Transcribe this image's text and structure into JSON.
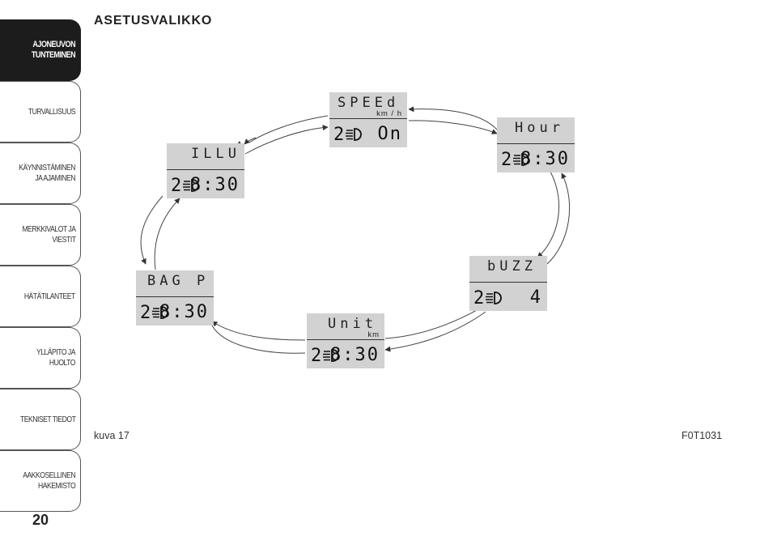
{
  "sidebar": {
    "tabs": [
      {
        "label": "AJONEUVON\nTUNTEMINEN",
        "active": true
      },
      {
        "label": "TURVALLISUUS",
        "active": false
      },
      {
        "label": "KÄYNNISTÄMINEN\nJA AJAMINEN",
        "active": false
      },
      {
        "label": "MERKKIVALOT JA\nVIESTIT",
        "active": false
      },
      {
        "label": "HÄTÄTILANTEET",
        "active": false
      },
      {
        "label": "YLLÄPITO JA HUOLTO",
        "active": false
      },
      {
        "label": "TEKNISET TIEDOT",
        "active": false
      },
      {
        "label": "AAKKOSELLINEN\nHAKEMISTO",
        "active": false
      }
    ]
  },
  "page": {
    "number": "20",
    "title": "ASETUSVALIKKO",
    "caption_left": "kuva 17",
    "caption_right": "F0T1031"
  },
  "displays": {
    "speed": {
      "word": "SPEEd",
      "unit": "km / h",
      "digit": "2",
      "value": "On"
    },
    "hour": {
      "word": "Hour",
      "unit": "",
      "digit": "2",
      "value": "8:30"
    },
    "buzz": {
      "word": "bUZZ",
      "unit": "",
      "digit": "2",
      "value": "4"
    },
    "unit": {
      "word": "Unit",
      "unit": "km",
      "digit": "2",
      "value": "8:30"
    },
    "bagp": {
      "word": "BAG P",
      "unit": "",
      "digit": "2",
      "value": "8:30"
    },
    "illu": {
      "word": "ILLU",
      "unit": "",
      "digit": "2",
      "value": "8:30"
    }
  },
  "icons": {
    "lamp": "headlamp-icon",
    "arrow": "cycle-arrow"
  },
  "colors": {
    "lcd_bg": "#d2d2d2",
    "active_tab": "#1c1c1c"
  }
}
